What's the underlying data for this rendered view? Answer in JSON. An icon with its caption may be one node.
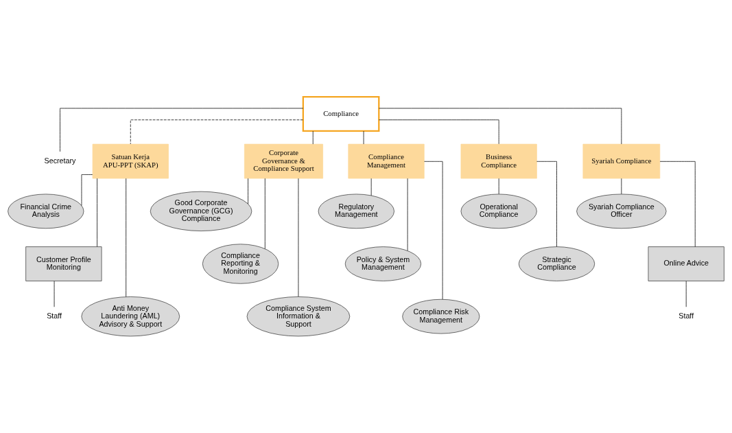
{
  "diagram": {
    "nodes": [
      {
        "text": [
          "Compliance"
        ]
      },
      {
        "text": [
          "Secretary"
        ]
      },
      {
        "text": [
          "Satuan Kerja APU-PPT (SKAP)"
        ]
      },
      {
        "text": [
          "Corporate Governance & Compliance Support"
        ]
      },
      {
        "text": [
          "Compliance Management"
        ]
      },
      {
        "text": [
          "Business Compliance"
        ]
      },
      {
        "text": [
          "Syariah Compliance"
        ]
      },
      {
        "text": [
          "Financial Crime Analysis"
        ]
      },
      {
        "text": [
          "Customer Profile Monitoring"
        ]
      },
      {
        "text": [
          "Staff"
        ]
      },
      {
        "text": [
          "Anti Money Laundering (AML) Advisory & Support"
        ]
      },
      {
        "text": [
          "Good Corporate Governance (GCG) Compliance"
        ]
      },
      {
        "text": [
          "Compliance Reporting & Monitoring"
        ]
      },
      {
        "text": [
          "Compliance System Information & Support"
        ]
      },
      {
        "text": [
          "Regulatory Management"
        ]
      },
      {
        "text": [
          "Policy & System Management"
        ]
      },
      {
        "text": [
          "Compliance Risk Management"
        ]
      },
      {
        "text": [
          "Operational Compliance"
        ]
      },
      {
        "text": [
          "Strategic Compliance"
        ]
      },
      {
        "text": [
          "Syariah Compliance Officer"
        ]
      },
      {
        "text": [
          "Online Advice"
        ]
      },
      {
        "text": [
          "Staff"
        ]
      }
    ],
    "edges": [
      {
        "from": 0,
        "to": 1,
        "arrow": "none"
      },
      {
        "from": 0,
        "to": 2,
        "arrow": "none",
        "style": "dashed"
      },
      {
        "from": 0,
        "to": 3,
        "arrow": "none"
      },
      {
        "from": 0,
        "to": 4,
        "arrow": "none"
      },
      {
        "from": 0,
        "to": 5,
        "arrow": "none"
      },
      {
        "from": 0,
        "to": 6,
        "arrow": "none"
      },
      {
        "from": 2,
        "to": 7,
        "arrow": "none"
      },
      {
        "from": 2,
        "to": 8,
        "arrow": "none"
      },
      {
        "from": 8,
        "to": 9,
        "arrow": "none"
      },
      {
        "from": 2,
        "to": 10,
        "arrow": "none"
      },
      {
        "from": 3,
        "to": 11,
        "arrow": "none"
      },
      {
        "from": 3,
        "to": 12,
        "arrow": "none"
      },
      {
        "from": 3,
        "to": 13,
        "arrow": "none"
      },
      {
        "from": 4,
        "to": 14,
        "arrow": "none"
      },
      {
        "from": 4,
        "to": 15,
        "arrow": "none"
      },
      {
        "from": 4,
        "to": 16,
        "arrow": "none"
      },
      {
        "from": 5,
        "to": 17,
        "arrow": "none"
      },
      {
        "from": 5,
        "to": 18,
        "arrow": "none"
      },
      {
        "from": 6,
        "to": 19,
        "arrow": "none"
      },
      {
        "from": 6,
        "to": 20,
        "arrow": "none"
      },
      {
        "from": 20,
        "to": 21,
        "arrow": "none"
      }
    ]
  }
}
